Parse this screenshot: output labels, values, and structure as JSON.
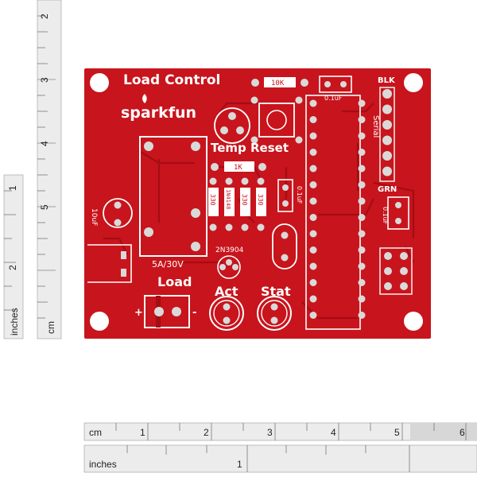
{
  "board": {
    "title": "Load Control",
    "brand": "sparkfun",
    "labels": {
      "temp_reset": "Temp Reset",
      "load": "Load",
      "act": "Act",
      "stat": "Stat",
      "relay_rating": "5A/30V",
      "transistor": "2N3904",
      "serial": "Serial",
      "blk": "BLK",
      "grn": "GRN",
      "r_10k": "10K",
      "r_1k": "1K",
      "c_top": "0.1uF",
      "c_mid": "0.1uF",
      "c_right": "0.1uF",
      "cap_10uf": "10uF",
      "r_330_a": "330",
      "r_330_b": "330",
      "r_330_c": "330",
      "diode": "1N4148",
      "plus": "+",
      "minus": "-"
    },
    "colors": {
      "pcb": "#c8141c",
      "pcb_dark": "#a40d14",
      "silk": "#ffffff",
      "pad": "#d9d9d9"
    }
  },
  "rulers": {
    "left_inches_label": "inches",
    "left_cm_label": "cm",
    "bottom_cm_label": "cm",
    "bottom_inches_label": "inches",
    "left_cm_ticks": [
      "2",
      "3",
      "4",
      "5"
    ],
    "left_inch_ticks": [
      "1",
      "2"
    ],
    "bottom_cm_ticks": [
      "1",
      "2",
      "3",
      "4",
      "5",
      "6"
    ],
    "bottom_inch_ticks": [
      "1"
    ]
  }
}
